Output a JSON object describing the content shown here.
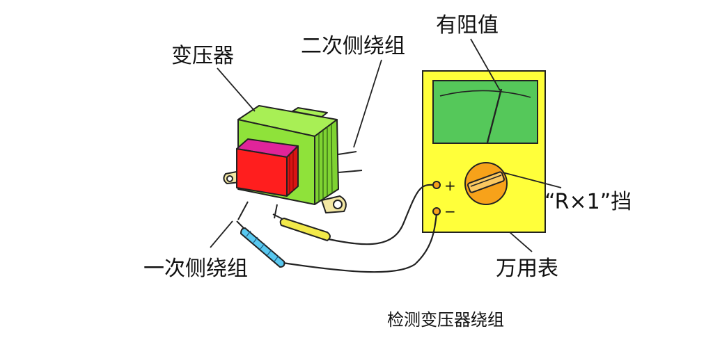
{
  "labels": {
    "transformer": "变压器",
    "secondary_winding": "二次侧绕组",
    "primary_winding": "一次侧绕组",
    "has_resistance": "有阻值",
    "range_setting": "“R×1”挡",
    "multimeter": "万用表",
    "caption": "检测变压器绕组"
  },
  "terminals": {
    "plus": "+",
    "minus": "−"
  },
  "colors": {
    "core_green": "#8fe23a",
    "coil_red": "#ff1e1e",
    "coil_top_magenta": "#e0249a",
    "meter_body_yellow": "#ffff3a",
    "meter_screen_green": "#55c85a",
    "knob_orange": "#f7a21a",
    "probe_yellow": "#f2e94a",
    "probe_blue": "#58c8f0",
    "mount_tan": "#f3e7a3"
  }
}
